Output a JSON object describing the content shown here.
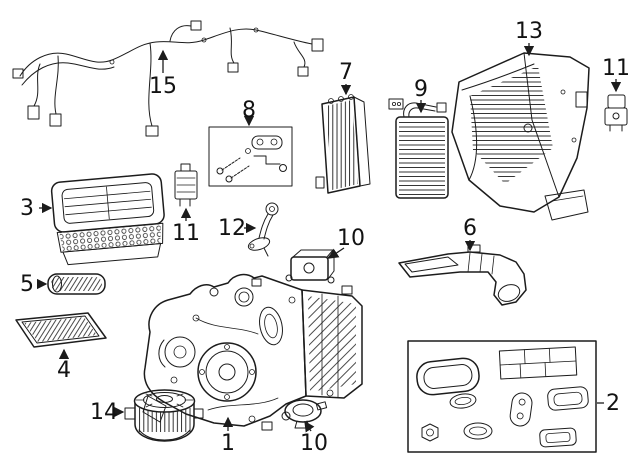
{
  "page": {
    "background": "#ffffff",
    "line_color": "#1c1c1c"
  },
  "callouts": {
    "c1": {
      "label": "1"
    },
    "c2": {
      "label": "2"
    },
    "c3": {
      "label": "3"
    },
    "c4": {
      "label": "4"
    },
    "c5": {
      "label": "5"
    },
    "c6": {
      "label": "6"
    },
    "c7": {
      "label": "7"
    },
    "c8": {
      "label": "8"
    },
    "c9": {
      "label": "9"
    },
    "c10a": {
      "label": "10"
    },
    "c10b": {
      "label": "10"
    },
    "c11a": {
      "label": "11"
    },
    "c11b": {
      "label": "11"
    },
    "c12": {
      "label": "12"
    },
    "c13": {
      "label": "13"
    },
    "c14": {
      "label": "14"
    },
    "c15": {
      "label": "15"
    }
  }
}
